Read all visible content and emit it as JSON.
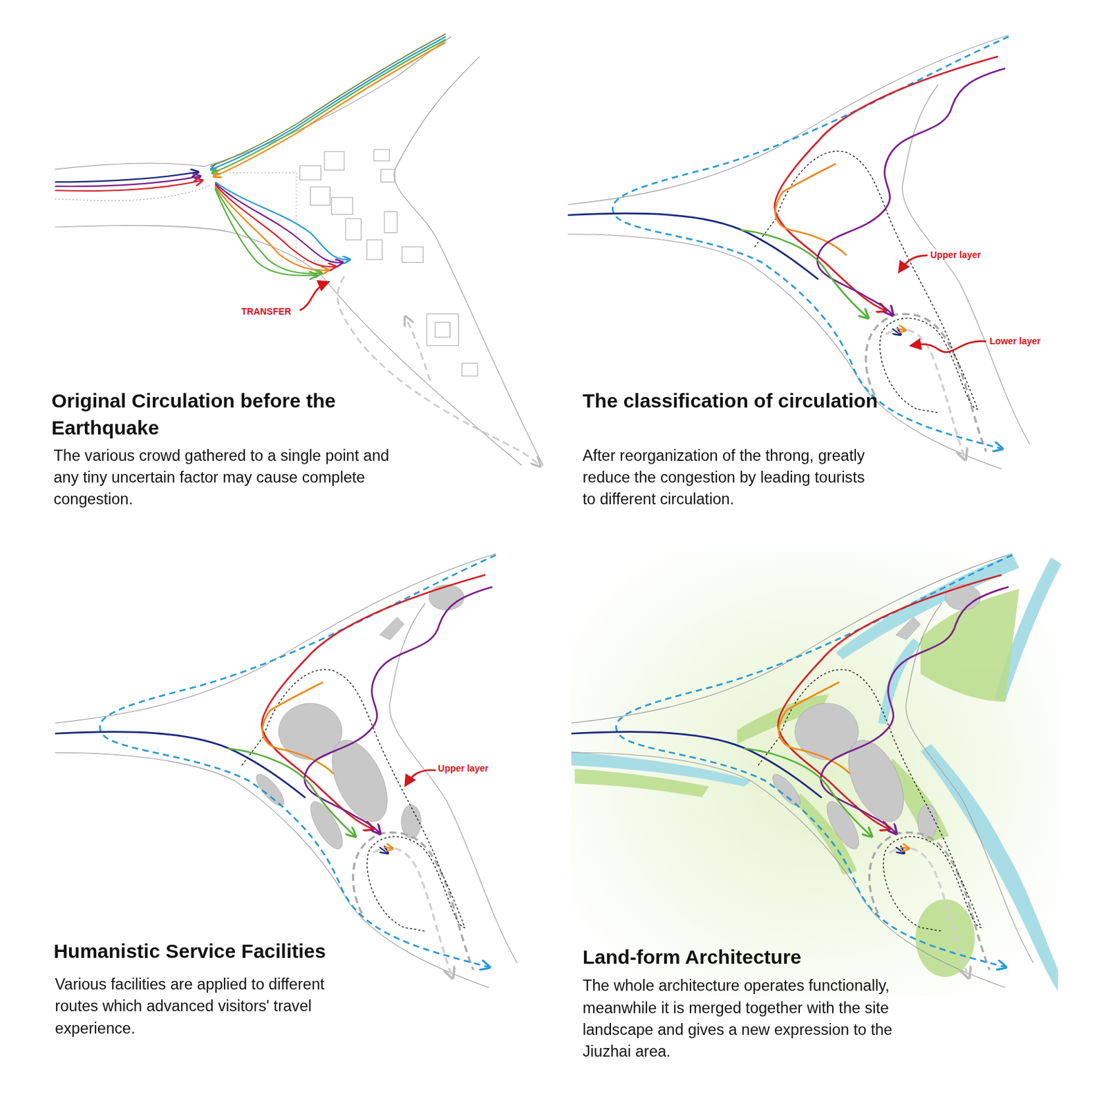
{
  "diagram": {
    "labels": [
      "Original Circulation before the Earthquake",
      "The various crowd gathered to a single point and any tiny uncertain factor may cause complete congestion.",
      "TRANSFER",
      "The classification of circulation",
      "After reorganization of the throng, greatly reduce the congestion by leading tourists to different circulation.",
      "Upper layer",
      "Lower layer",
      "Humanistic Service Facilities",
      "Various facilities are applied to different routes which advanced visitors' travel experience.",
      "Upper layer",
      "Land-form Architecture",
      "The whole architecture operates functionally, meanwhile it is merged together with the site landscape and gives a new expression to the Jiuzhai area."
    ]
  }
}
